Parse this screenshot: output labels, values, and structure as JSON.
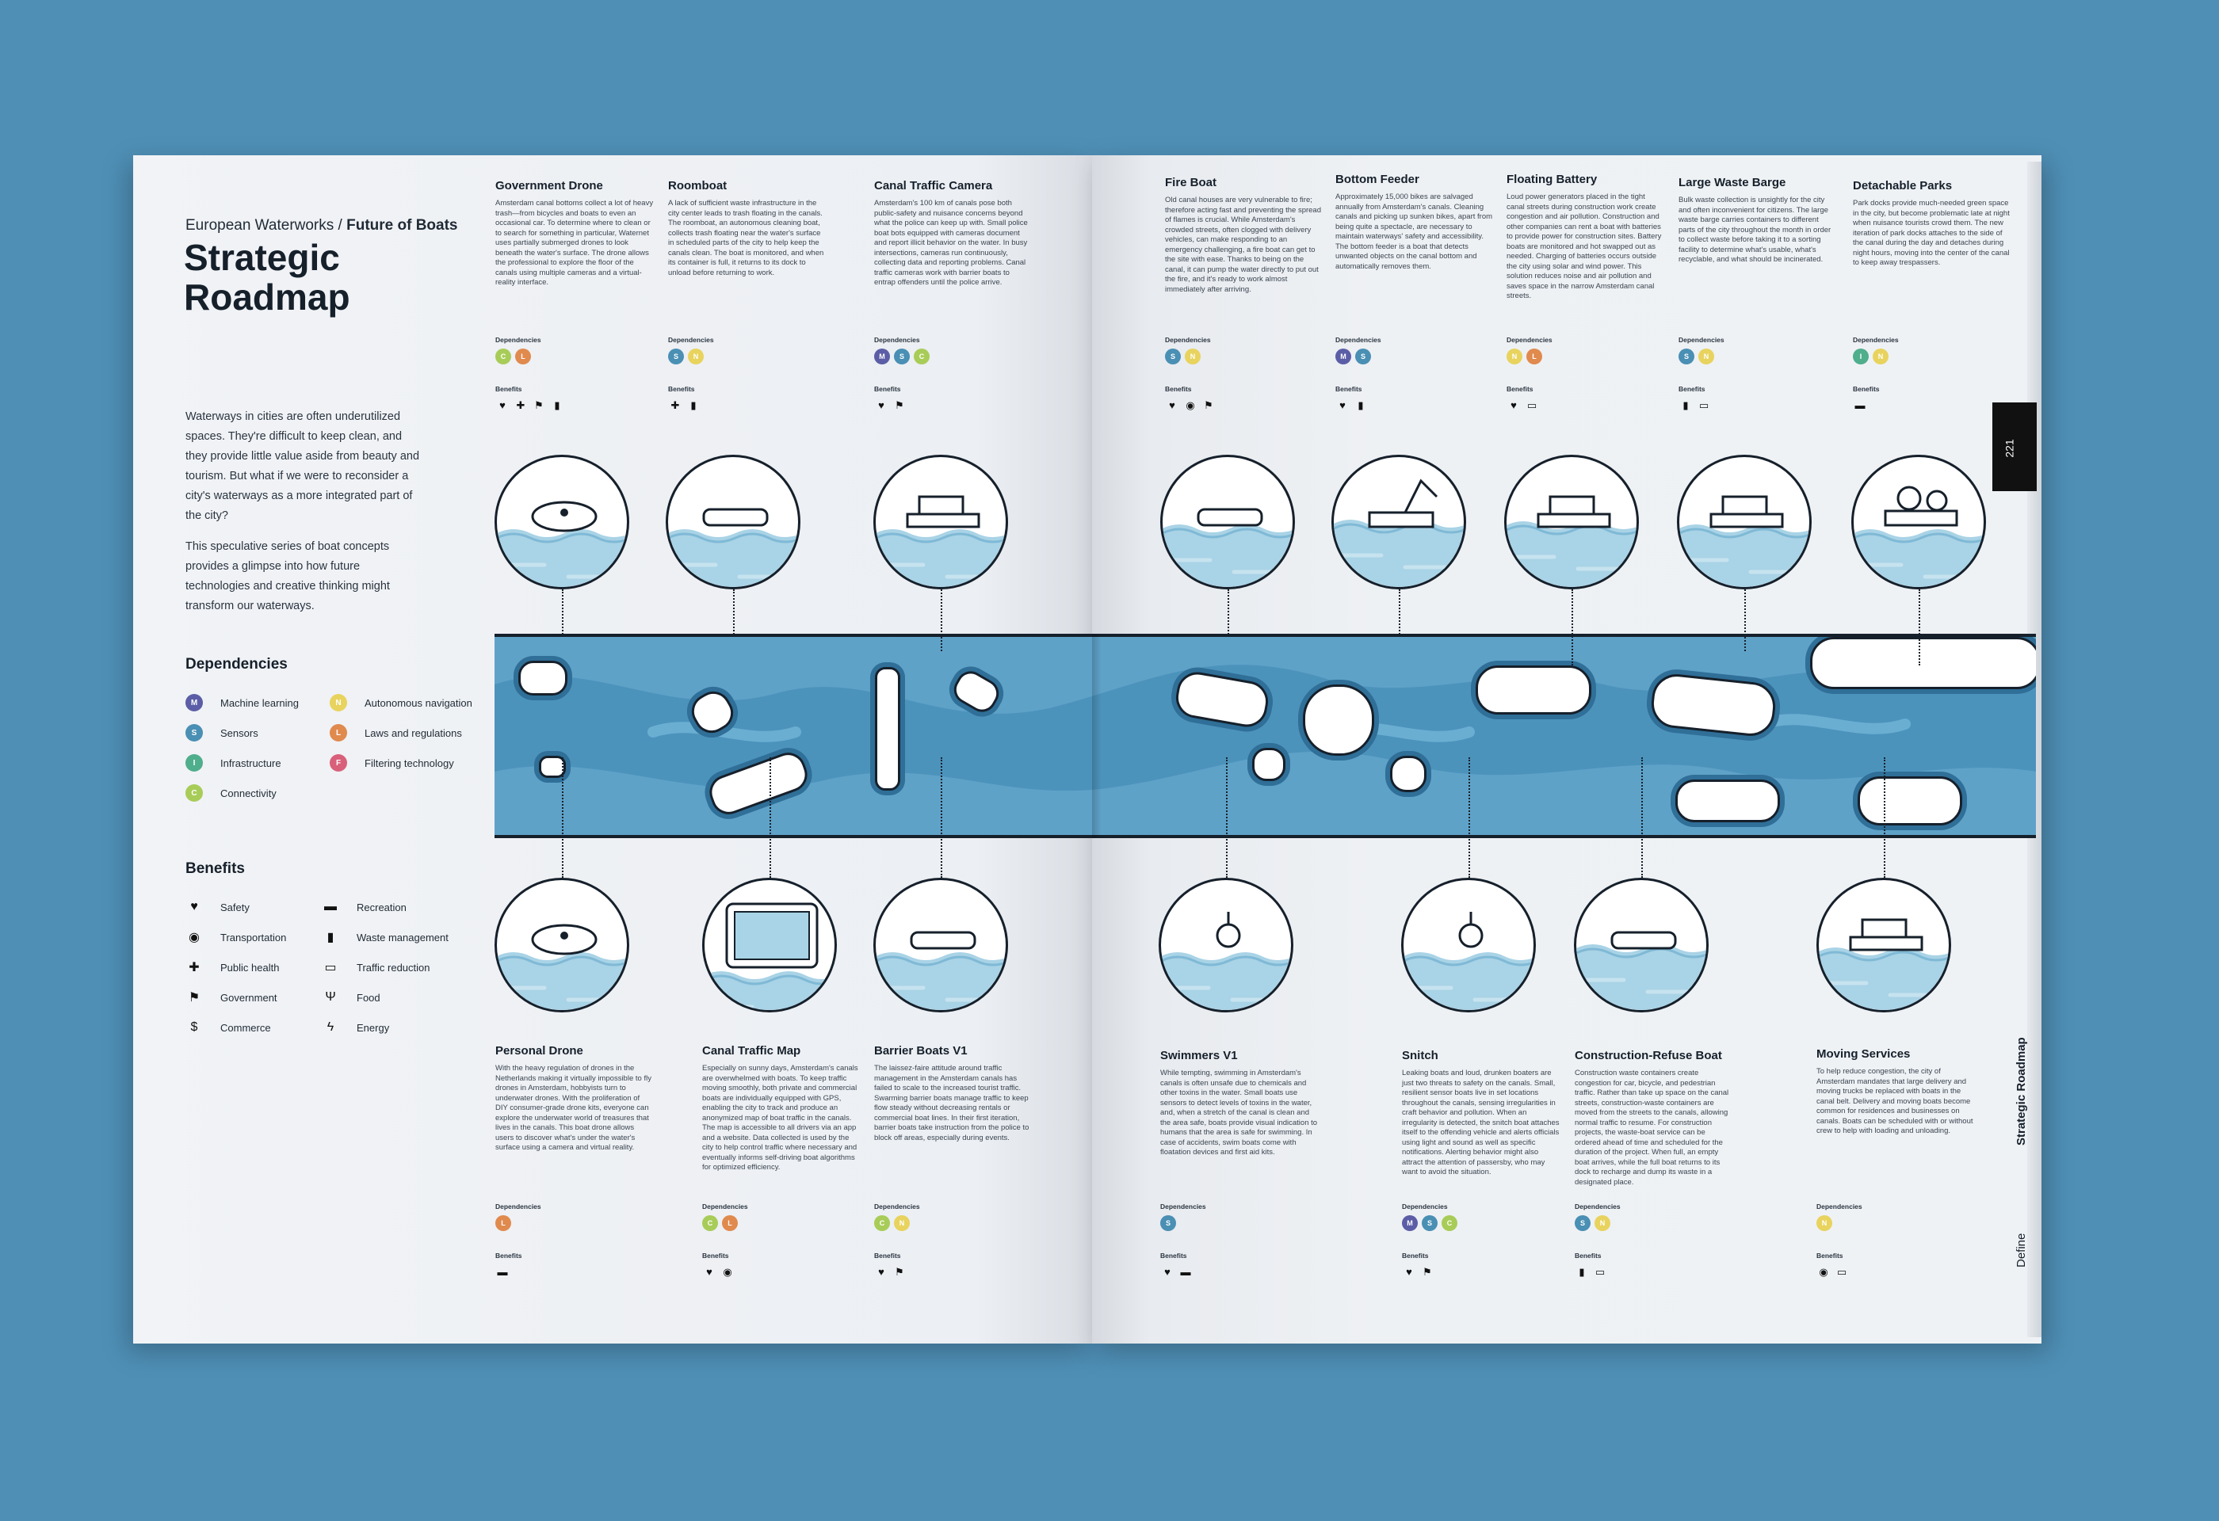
{
  "header": {
    "eyebrow_prefix": "European Waterworks /",
    "eyebrow_bold": "Future of Boats",
    "title_line1": "Strategic",
    "title_line2": "Roadmap"
  },
  "intro": {
    "p1": "Waterways in cities are often underutilized spaces. They're difficult to keep clean, and they provide little value aside from beauty and tourism. But what if we were to reconsider a city's waterways as a more integrated part of the city?",
    "p2": "This speculative series of boat concepts provides a glimpse into how future technologies and creative thinking might transform our waterways."
  },
  "legend": {
    "dependencies_title": "Dependencies",
    "dependencies": [
      {
        "code": "M",
        "label": "Machine learning",
        "color": "#5b5ea6"
      },
      {
        "code": "N",
        "label": "Autonomous navigation",
        "color": "#e8d35e"
      },
      {
        "code": "S",
        "label": "Sensors",
        "color": "#4a8fb4"
      },
      {
        "code": "L",
        "label": "Laws and regulations",
        "color": "#e08a4e"
      },
      {
        "code": "I",
        "label": "Infrastructure",
        "color": "#4fae8c"
      },
      {
        "code": "F",
        "label": "Filtering technology",
        "color": "#d9607a"
      },
      {
        "code": "C",
        "label": "Connectivity",
        "color": "#a8cc58"
      }
    ],
    "benefits_title": "Benefits",
    "benefits": [
      {
        "icon": "heart-icon",
        "glyph": "♥",
        "label": "Safety"
      },
      {
        "icon": "sunglasses-icon",
        "glyph": "▬",
        "label": "Recreation"
      },
      {
        "icon": "pin-icon",
        "glyph": "◉",
        "label": "Transportation"
      },
      {
        "icon": "trash-icon",
        "glyph": "▮",
        "label": "Waste management"
      },
      {
        "icon": "cross-icon",
        "glyph": "✚",
        "label": "Public health"
      },
      {
        "icon": "car-icon",
        "glyph": "▭",
        "label": "Traffic reduction"
      },
      {
        "icon": "flag-icon",
        "glyph": "⚑",
        "label": "Government"
      },
      {
        "icon": "fork-icon",
        "glyph": "Ψ",
        "label": "Food"
      },
      {
        "icon": "dollar-icon",
        "glyph": "$",
        "label": "Commerce"
      },
      {
        "icon": "bolt-icon",
        "glyph": "ϟ",
        "label": "Energy"
      }
    ]
  },
  "labels": {
    "dependencies": "Dependencies",
    "benefits": "Benefits"
  },
  "top_entries": [
    {
      "title": "Government Drone",
      "text": "Amsterdam canal bottoms collect a lot of heavy trash—from bicycles and boats to even an occasional car. To determine where to clean or to search for something in particular, Waternet uses partially submerged drones to look beneath the water's surface. The drone allows the professional to explore the floor of the canals using multiple cameras and a virtual-reality interface.",
      "deps": [
        "C",
        "L"
      ],
      "bens": [
        "♥",
        "✚",
        "⚑",
        "▮"
      ]
    },
    {
      "title": "Roomboat",
      "text": "A lack of sufficient waste infrastructure in the city center leads to trash floating in the canals. The roomboat, an autonomous cleaning boat, collects trash floating near the water's surface in scheduled parts of the city to help keep the canals clean. The boat is monitored, and when its container is full, it returns to its dock to unload before returning to work.",
      "deps": [
        "S",
        "N"
      ],
      "bens": [
        "✚",
        "▮"
      ]
    },
    {
      "title": "Canal Traffic Camera",
      "text": "Amsterdam's 100 km of canals pose both public-safety and nuisance concerns beyond what the police can keep up with. Small police boat bots equipped with cameras document and report illicit behavior on the water. In busy intersections, cameras run continuously, collecting data and reporting problems. Canal traffic cameras work with barrier boats to entrap offenders until the police arrive.",
      "deps": [
        "M",
        "S",
        "C"
      ],
      "bens": [
        "♥",
        "⚑"
      ]
    },
    {
      "title": "Fire Boat",
      "text": "Old canal houses are very vulnerable to fire; therefore acting fast and preventing the spread of flames is crucial. While Amsterdam's crowded streets, often clogged with delivery vehicles, can make responding to an emergency challenging, a fire boat can get to the site with ease. Thanks to being on the canal, it can pump the water directly to put out the fire, and it's ready to work almost immediately after arriving.",
      "deps": [
        "S",
        "N"
      ],
      "bens": [
        "♥",
        "◉",
        "⚑"
      ]
    },
    {
      "title": "Bottom Feeder",
      "text": "Approximately 15,000 bikes are salvaged annually from Amsterdam's canals. Cleaning canals and picking up sunken bikes, apart from being quite a spectacle, are necessary to maintain waterways' safety and accessibility. The bottom feeder is a boat that detects unwanted objects on the canal bottom and automatically removes them.",
      "deps": [
        "M",
        "S"
      ],
      "bens": [
        "♥",
        "▮"
      ]
    },
    {
      "title": "Floating Battery",
      "text": "Loud power generators placed in the tight canal streets during construction work create congestion and air pollution. Construction and other companies can rent a boat with batteries to provide power for construction sites. Battery boats are monitored and hot swapped out as needed. Charging of batteries occurs outside the city using solar and wind power. This solution reduces noise and air pollution and saves space in the narrow Amsterdam canal streets.",
      "deps": [
        "N",
        "L"
      ],
      "bens": [
        "♥",
        "▭"
      ]
    },
    {
      "title": "Large Waste Barge",
      "text": "Bulk waste collection is unsightly for the city and often inconvenient for citizens. The large waste barge carries containers to different parts of the city throughout the month in order to collect waste before taking it to a sorting facility to determine what's usable, what's recyclable, and what should be incinerated.",
      "deps": [
        "S",
        "N"
      ],
      "bens": [
        "▮",
        "▭"
      ]
    },
    {
      "title": "Detachable Parks",
      "text": "Park docks provide much-needed green space in the city, but become problematic late at night when nuisance tourists crowd them. The new iteration of park docks attaches to the side of the canal during the day and detaches during night hours, moving into the center of the canal to keep away trespassers.",
      "deps": [
        "I",
        "N"
      ],
      "bens": [
        "▬"
      ]
    }
  ],
  "bottom_entries": [
    {
      "title": "Personal Drone",
      "text": "With the heavy regulation of drones in the Netherlands making it virtually impossible to fly drones in Amsterdam, hobbyists turn to underwater drones. With the proliferation of DIY consumer-grade drone kits, everyone can explore the underwater world of treasures that lives in the canals. This boat drone allows users to discover what's under the water's surface using a camera and virtual reality.",
      "deps": [
        "L"
      ],
      "bens": [
        "▬"
      ]
    },
    {
      "title": "Canal Traffic Map",
      "text": "Especially on sunny days, Amsterdam's canals are overwhelmed with boats. To keep traffic moving smoothly, both private and commercial boats are individually equipped with GPS, enabling the city to track and produce an anonymized map of boat traffic in the canals. The map is accessible to all drivers via an app and a website. Data collected is used by the city to help control traffic where necessary and eventually informs self-driving boat algorithms for optimized efficiency.",
      "deps": [
        "C",
        "L"
      ],
      "bens": [
        "♥",
        "◉"
      ]
    },
    {
      "title": "Barrier Boats V1",
      "text": "The laissez-faire attitude around traffic management in the Amsterdam canals has failed to scale to the increased tourist traffic. Swarming barrier boats manage traffic to keep flow steady without decreasing rentals or commercial boat lines. In their first iteration, barrier boats take instruction from the police to block off areas, especially during events.",
      "deps": [
        "C",
        "N"
      ],
      "bens": [
        "♥",
        "⚑"
      ]
    },
    {
      "title": "Swimmers V1",
      "text": "While tempting, swimming in Amsterdam's canals is often unsafe due to chemicals and other toxins in the water. Small boats use sensors to detect levels of toxins in the water, and, when a stretch of the canal is clean and the area safe, boats provide visual indication to humans that the area is safe for swimming. In case of accidents, swim boats come with floatation devices and first aid kits.",
      "deps": [
        "S"
      ],
      "bens": [
        "♥",
        "▬"
      ]
    },
    {
      "title": "Snitch",
      "text": "Leaking boats and loud, drunken boaters are just two threats to safety on the canals. Small, resilient sensor boats live in set locations throughout the canals, sensing irregularities in craft behavior and pollution. When an irregularity is detected, the snitch boat attaches itself to the offending vehicle and alerts officials using light and sound as well as specific notifications. Alerting behavior might also attract the attention of passersby, who may want to avoid the situation.",
      "deps": [
        "M",
        "S",
        "C"
      ],
      "bens": [
        "♥",
        "⚑"
      ]
    },
    {
      "title": "Construction-Refuse Boat",
      "text": "Construction waste containers create congestion for car, bicycle, and pedestrian traffic. Rather than take up space on the canal streets, construction-waste containers are moved from the streets to the canals, allowing normal traffic to resume. For construction projects, the waste-boat service can be ordered ahead of time and scheduled for the duration of the project. When full, an empty boat arrives, while the full boat returns to its dock to recharge and dump its waste in a designated place.",
      "deps": [
        "S",
        "N"
      ],
      "bens": [
        "▮",
        "▭"
      ]
    },
    {
      "title": "Moving Services",
      "text": "To help reduce congestion, the city of Amsterdam mandates that large delivery and moving trucks be replaced with boats in the canal belt. Delivery and moving boats become common for residences and businesses on canals. Boats can be scheduled with or without crew to help with loading and unloading.",
      "deps": [
        "N"
      ],
      "bens": [
        "◉",
        "▭"
      ]
    }
  ],
  "side": {
    "page_number": "221",
    "section": "Strategic Roadmap",
    "chapter": "Define"
  }
}
